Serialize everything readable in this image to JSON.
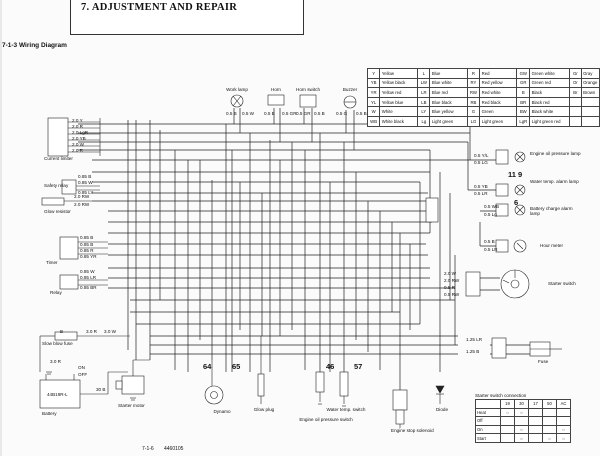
{
  "header": {
    "title": "7. ADJUSTMENT AND REPAIR"
  },
  "section": {
    "title": "7-1-3  Wiring Diagram"
  },
  "legend": [
    {
      "c1": "Y",
      "n1": "Yellow",
      "c2": "L",
      "n2": "Blue",
      "c3": "R",
      "n3": "Red",
      "c4": "GW",
      "n4": "Green white",
      "c5": "Gr",
      "n5": "Gray"
    },
    {
      "c1": "YB",
      "n1": "Yellow black",
      "c2": "LW",
      "n2": "Blue white",
      "c3": "RY",
      "n3": "Red yellow",
      "c4": "GR",
      "n4": "Green red",
      "c5": "Or",
      "n5": "Orange"
    },
    {
      "c1": "YR",
      "n1": "Yellow red",
      "c2": "LR",
      "n2": "Blue red",
      "c3": "RW",
      "n3": "Red white",
      "c4": "B",
      "n4": "Black",
      "c5": "Br",
      "n5": "Brown"
    },
    {
      "c1": "YL",
      "n1": "Yellow blue",
      "c2": "LB",
      "n2": "Blue black",
      "c3": "RB",
      "n3": "Red black",
      "c4": "BR",
      "n4": "Black red",
      "c5": "",
      "n5": ""
    },
    {
      "c1": "W",
      "n1": "White",
      "c2": "LY",
      "n2": "Blue yellow",
      "c3": "G",
      "n3": "Green",
      "c4": "BW",
      "n4": "Black white",
      "c5": "",
      "n5": ""
    },
    {
      "c1": "WB",
      "n1": "White black",
      "c2": "Lg",
      "n2": "Light green",
      "c3": "LG",
      "n3": "Light green",
      "c4": "LgR",
      "n4": "Light green red",
      "c5": "",
      "n5": ""
    }
  ],
  "components": {
    "work_lamp": "Work lamp",
    "horn": "Horn",
    "horn_switch": "Horn switch",
    "buzzer": "Buzzer",
    "current_limiter": "Current limiter",
    "safety_relay": "Safety relay",
    "glow_resistor": "Glow resistor",
    "timer": "Timer",
    "relay": "Relay",
    "slow_blow_fuse": "Slow blow fuse",
    "battery": "Battery",
    "battery_type": "44B19R-L",
    "starter_motor": "Starter motor",
    "dynamo": "Dynamo",
    "glow_plug": "Glow plug",
    "water_temp_switch": "Water temp. switch",
    "engine_oil_pressure_switch": "Engine oil pressure switch",
    "engine_stop_solenoid": "Engine stop solenoid",
    "diode": "Diode",
    "fuse": "Fuse",
    "starter_switch": "Starter switch",
    "hour_meter": "Hour meter",
    "battery_charge_lamp": "Battery charge alarm lamp",
    "water_temp_lamp": "Water temp. alarm lamp",
    "oil_pressure_lamp": "Engine oil pressure lamp",
    "on_label": "ON",
    "off_label": "OFF",
    "b_label": "B"
  },
  "numbers": {
    "n64": "64",
    "n65": "65",
    "n46": "46",
    "n57": "57",
    "n11": "11",
    "n9": "9",
    "n6": "6"
  },
  "starter_switch_connection": {
    "title": "Starter switch connection",
    "columns": [
      "19",
      "30",
      "17",
      "50",
      "AC"
    ],
    "rows": [
      "Heat",
      "Off",
      "On",
      "Start"
    ]
  },
  "wire_codes": {
    "cl1": "2.0 Y",
    "cl2": "2.0 R",
    "cl3": "2.0 LgR",
    "cl4": "2.0 YB",
    "cl5": "2.0 W",
    "cl6": "2.0 R",
    "sr1": "0.85 B",
    "sr2": "0.85 W",
    "sr3": "0.85 LY",
    "gr1": "2.0 RW",
    "gr2": "2.0 RW",
    "tm1": "0.85 B",
    "tm2": "0.85 B",
    "tm3": "0.85 R",
    "tm4": "0.85 YR",
    "rl1": "0.85 W",
    "rl2": "0.85 LR",
    "rl3": "0.85 BR",
    "wl1": "0.5 B",
    "wl2": "0.5 W",
    "hn1": "0.5 B",
    "hn2": "0.5 GR",
    "hs1": "0.5 GR",
    "hs2": "0.5 B",
    "bz1": "0.5 G",
    "bz2": "0.5 B",
    "op1": "0.5 Y/L",
    "op2": "0.5 LG",
    "wt1": "0.5 YB",
    "wt2": "0.5 LR",
    "bc1": "0.5 WB",
    "bc2": "0.5 Lg",
    "hm1": "0.5 B",
    "hm2": "0.5 LR",
    "ss1": "2.0 W",
    "ss2": "2.0 RW",
    "ss3": "0.5 R",
    "ss4": "0.5 RW",
    "fu1": "1.25 LR",
    "fu2": "1.25 B",
    "sb1": "3.0 R",
    "sb2": "3.0 W",
    "bt1": "3.0 R",
    "bt2": "30 B"
  },
  "footer": {
    "page": "7-1-6",
    "doc": "4460105"
  }
}
